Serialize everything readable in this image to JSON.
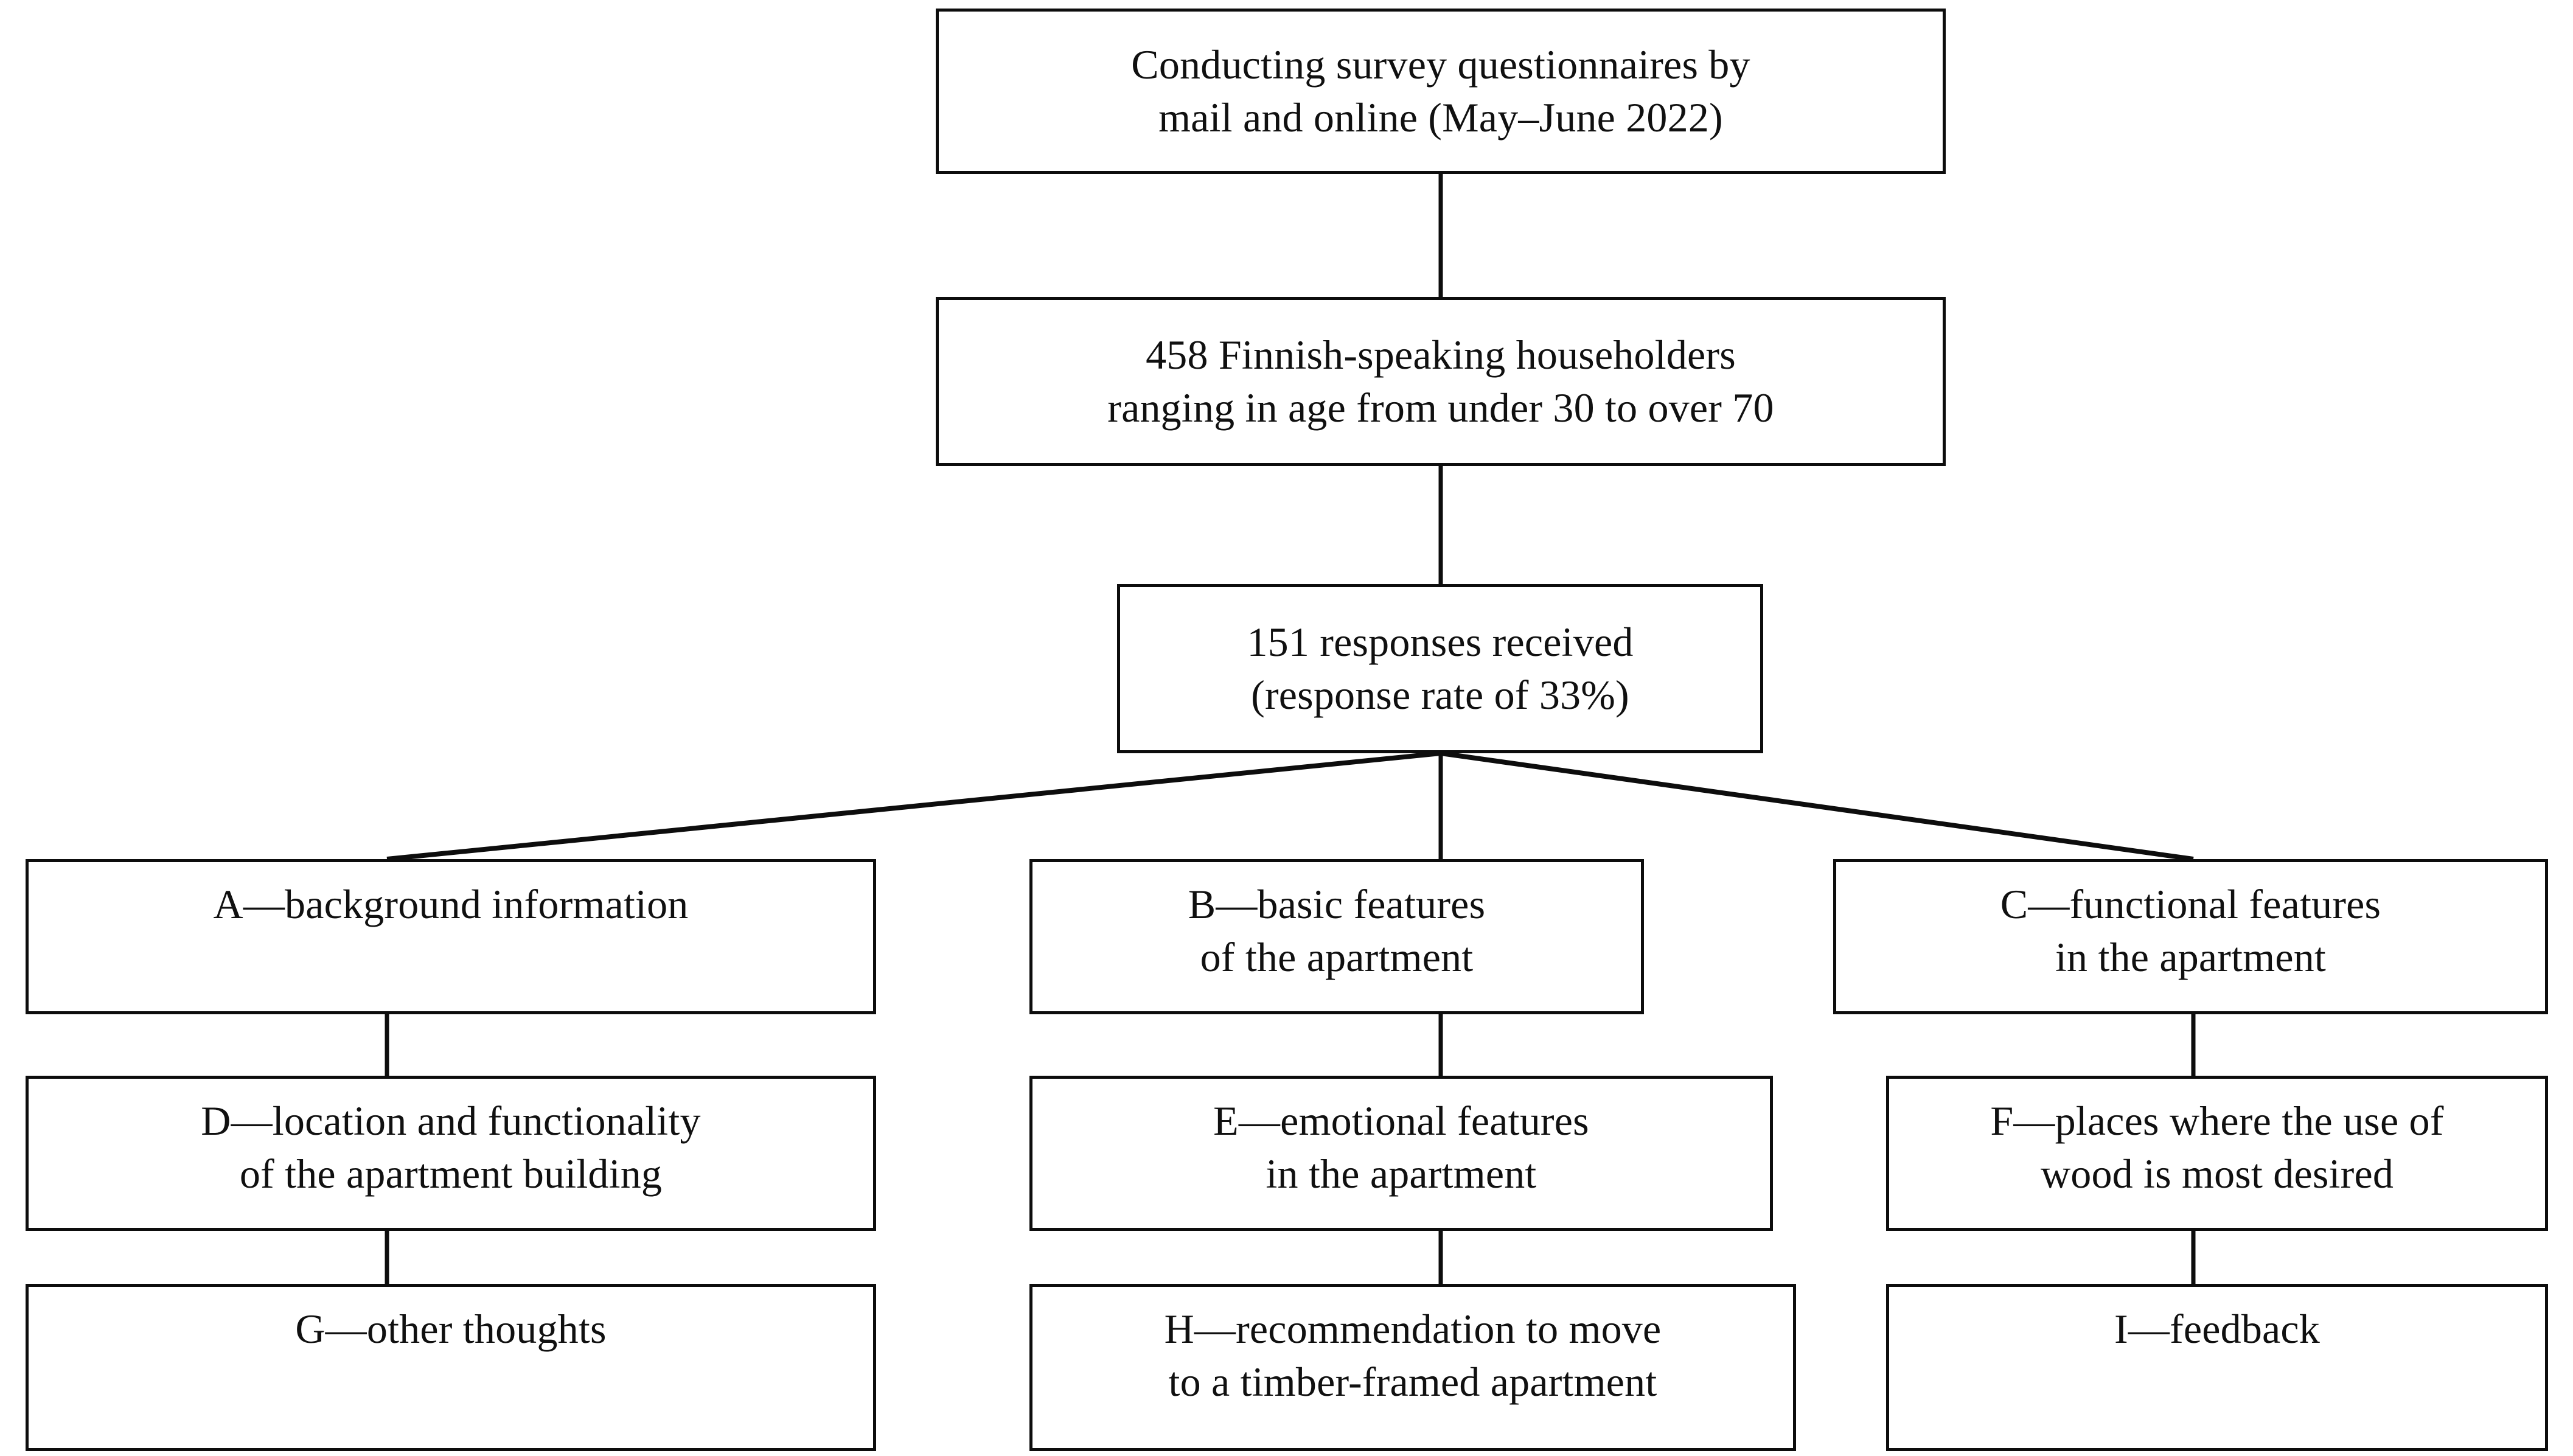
{
  "diagram": {
    "title": "Survey research process flowchart",
    "line_color": "#0d0d0d",
    "text_color": "#101010",
    "background": "#ffffff",
    "nodes": {
      "survey": "Conducting survey questionnaires by\nmail and online (May–June 2022)",
      "sample": "458 Finnish-speaking householders\nranging in age from under 30 to over 70",
      "responses": "151 responses received\n(response rate of 33%)",
      "a": "A—background information",
      "b": "B—basic features\nof the apartment",
      "c": "C—functional features\nin the apartment",
      "d": "D—location and functionality\nof the apartment building",
      "e": "E—emotional features\nin the apartment",
      "f": "F—places where the use of\nwood is most desired",
      "g": "G—other thoughts",
      "h": "H—recommendation to move\nto a timber-framed apartment",
      "i": "I—feedback"
    },
    "edges": [
      {
        "from": "survey",
        "to": "sample",
        "kind": "vertical"
      },
      {
        "from": "sample",
        "to": "responses",
        "kind": "vertical"
      },
      {
        "from": "responses",
        "to": "a",
        "kind": "diagonal-left"
      },
      {
        "from": "responses",
        "to": "b",
        "kind": "vertical"
      },
      {
        "from": "responses",
        "to": "c",
        "kind": "diagonal-right"
      },
      {
        "from": "a",
        "to": "d",
        "kind": "vertical"
      },
      {
        "from": "b",
        "to": "e",
        "kind": "vertical"
      },
      {
        "from": "c",
        "to": "f",
        "kind": "vertical"
      },
      {
        "from": "d",
        "to": "g",
        "kind": "vertical"
      },
      {
        "from": "e",
        "to": "h",
        "kind": "vertical"
      },
      {
        "from": "f",
        "to": "i",
        "kind": "vertical"
      }
    ]
  }
}
